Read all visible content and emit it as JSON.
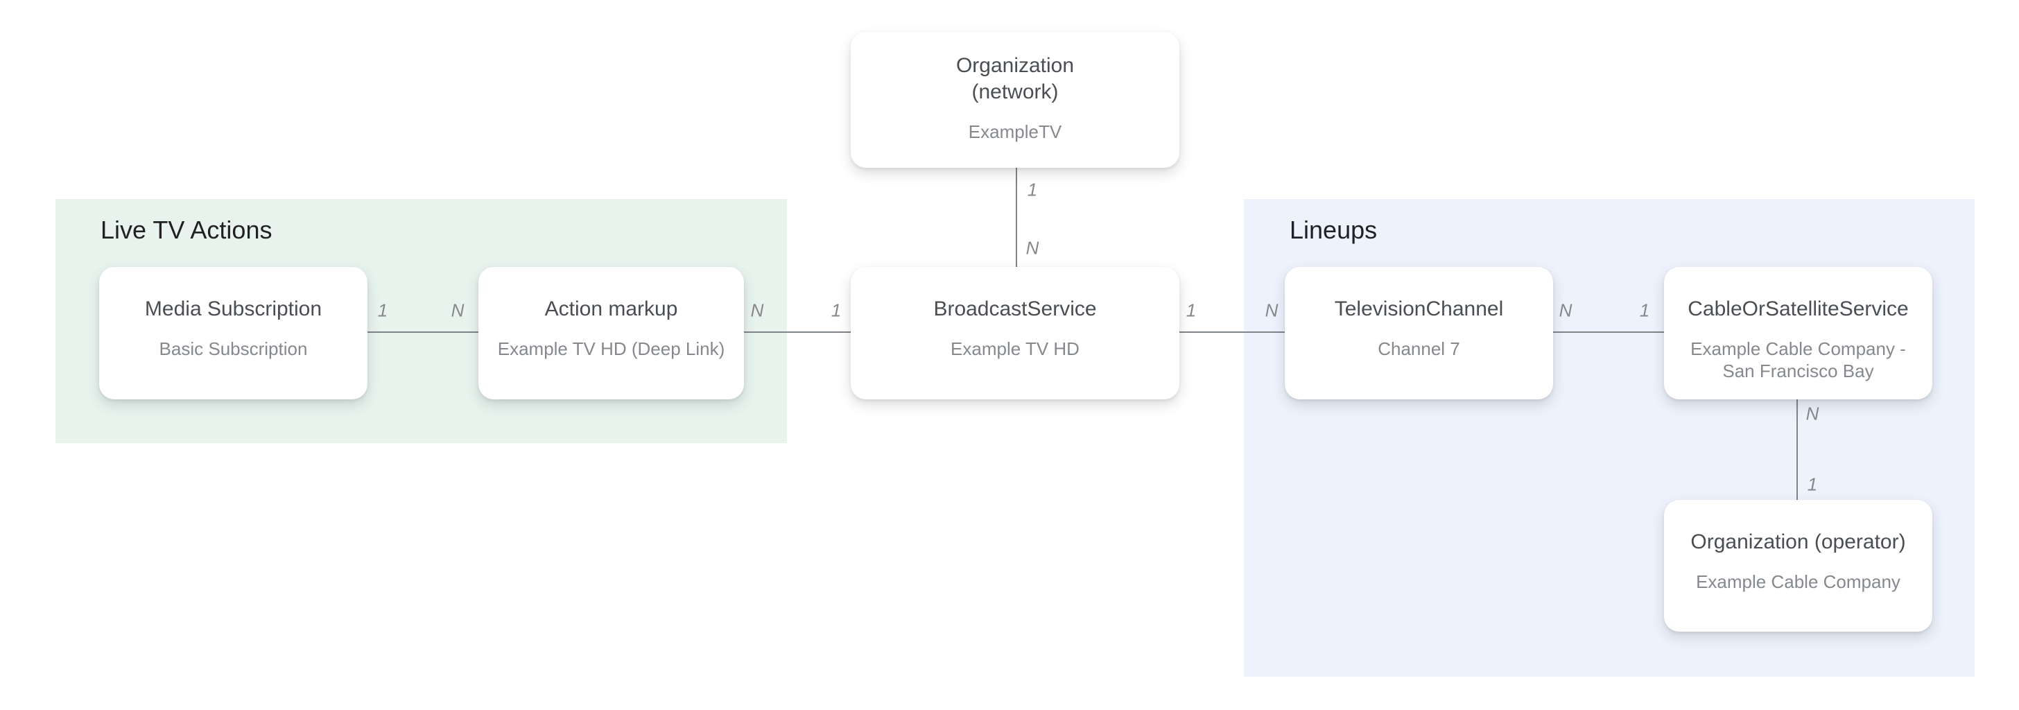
{
  "sections": {
    "live_tv_actions": {
      "label": "Live TV Actions",
      "bg": "#e8f3ee"
    },
    "lineups": {
      "label": "Lineups",
      "bg": "#edf2fc"
    }
  },
  "nodes": {
    "org_network": {
      "title": "Organization\n(network)",
      "subtitle": "ExampleTV"
    },
    "media_subscription": {
      "title": "Media Subscription",
      "subtitle": "Basic Subscription"
    },
    "action_markup": {
      "title": "Action markup",
      "subtitle": "Example TV HD (Deep Link)"
    },
    "broadcast_service": {
      "title": "BroadcastService",
      "subtitle": "Example TV HD"
    },
    "television_channel": {
      "title": "TelevisionChannel",
      "subtitle": "Channel 7"
    },
    "cable_or_satellite_service": {
      "title": "CableOrSatelliteService",
      "subtitle": "Example Cable Company -\nSan Francisco Bay"
    },
    "org_operator": {
      "title": "Organization (operator)",
      "subtitle": "Example Cable Company"
    }
  },
  "edges": {
    "media_subscription_to_action_markup": {
      "from": "1",
      "to": "N"
    },
    "action_markup_to_broadcast_service": {
      "from": "N",
      "to": "1"
    },
    "org_network_to_broadcast_service": {
      "from": "1",
      "to": "N"
    },
    "broadcast_service_to_television_channel": {
      "from": "1",
      "to": "N"
    },
    "television_channel_to_cable_service": {
      "from": "N",
      "to": "1"
    },
    "cable_service_to_org_operator": {
      "from": "N",
      "to": "1"
    }
  },
  "colors": {
    "live_tv_panel_bg": "#e8f3ee",
    "lineups_panel_bg": "#edf2fc",
    "node_bg": "#ffffff",
    "node_title_text": "#4a4e52",
    "node_subtitle_text": "#85898d",
    "section_label_text": "#202124",
    "connector_line": "#7f8488",
    "cardinality_text": "#85898d"
  }
}
